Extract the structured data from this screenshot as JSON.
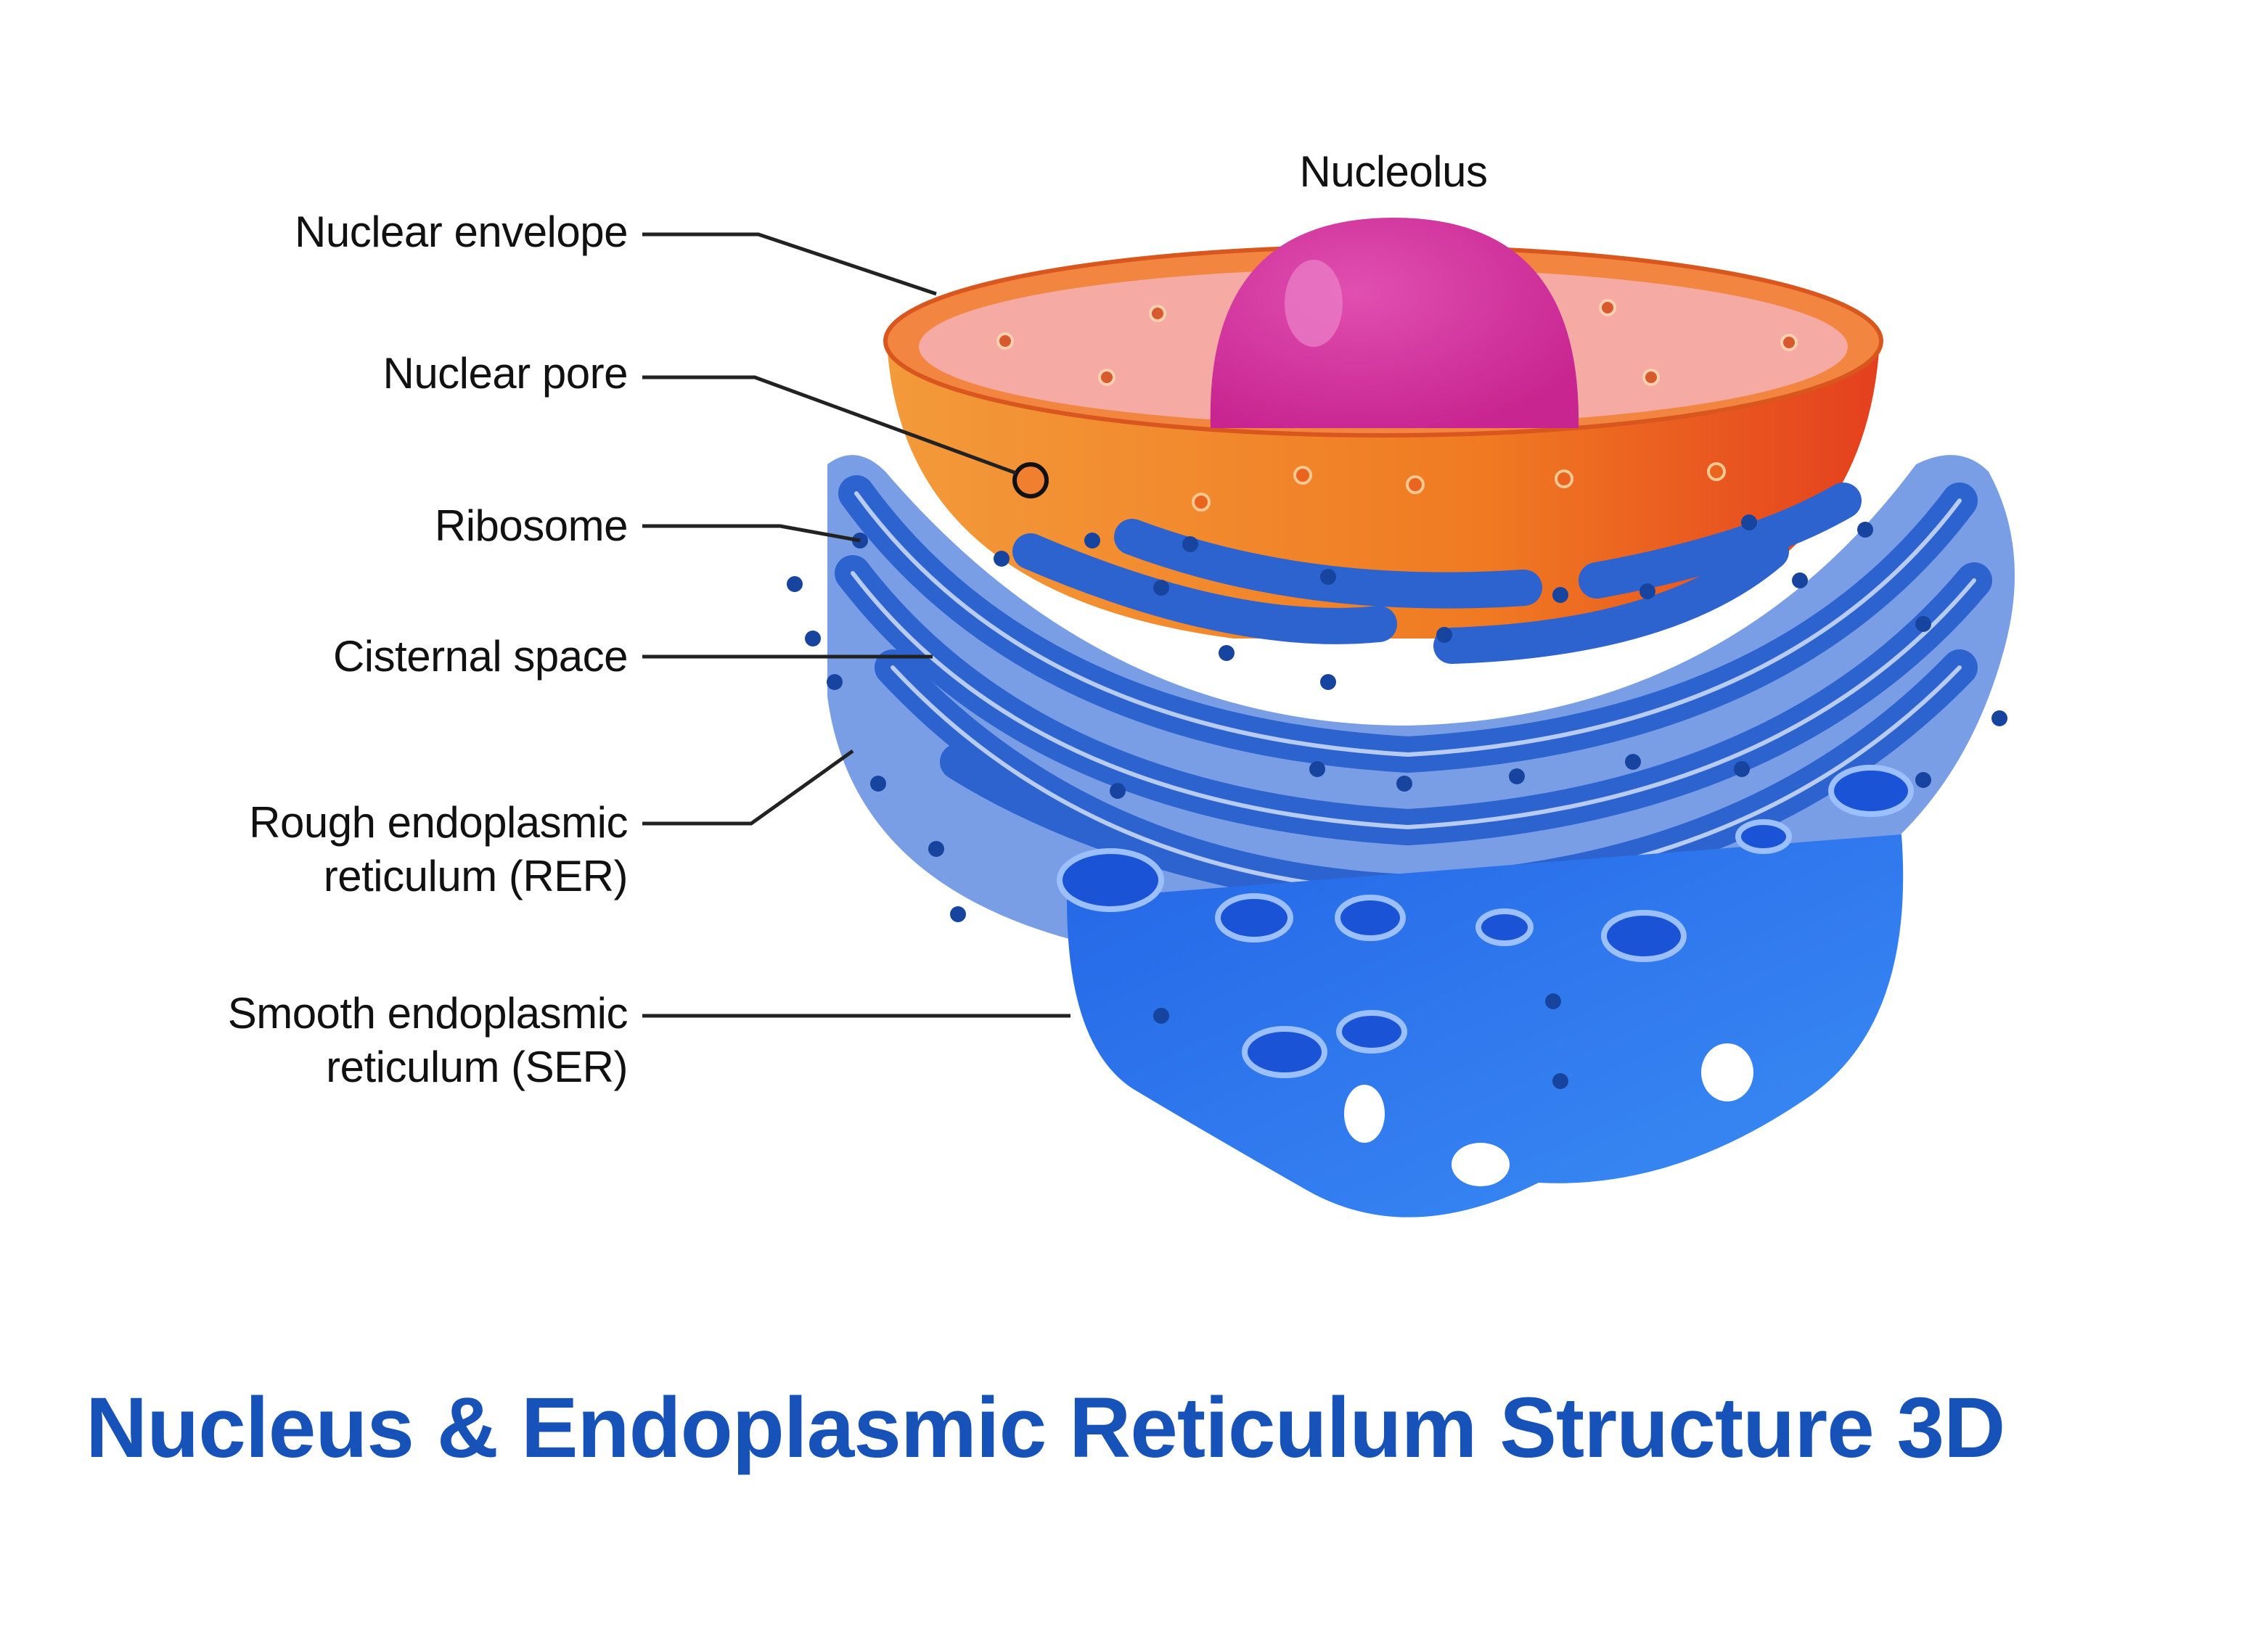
{
  "title": "Nucleus & Endoplasmic Reticulum Structure 3D",
  "labels": {
    "nucleolus": "Nucleolus",
    "nuclear_envelope": "Nuclear envelope",
    "nuclear_pore": "Nuclear pore",
    "ribosome": "Ribosome",
    "cisternal_space": "Cisternal space",
    "rer_line1": "Rough endoplasmic",
    "rer_line2": "reticulum (RER)",
    "ser_line1": "Smooth endoplasmic",
    "ser_line2": "reticulum (SER)"
  },
  "colors": {
    "title": "#1752b8",
    "nucleus_outer": "#f07a22",
    "nucleus_inner": "#f6aaa4",
    "nucleolus": "#d6309c",
    "er_dark": "#2c63cf",
    "er_light": "#7a9ee6",
    "ser": "#2f7af0",
    "ribosome": "#17449e"
  }
}
